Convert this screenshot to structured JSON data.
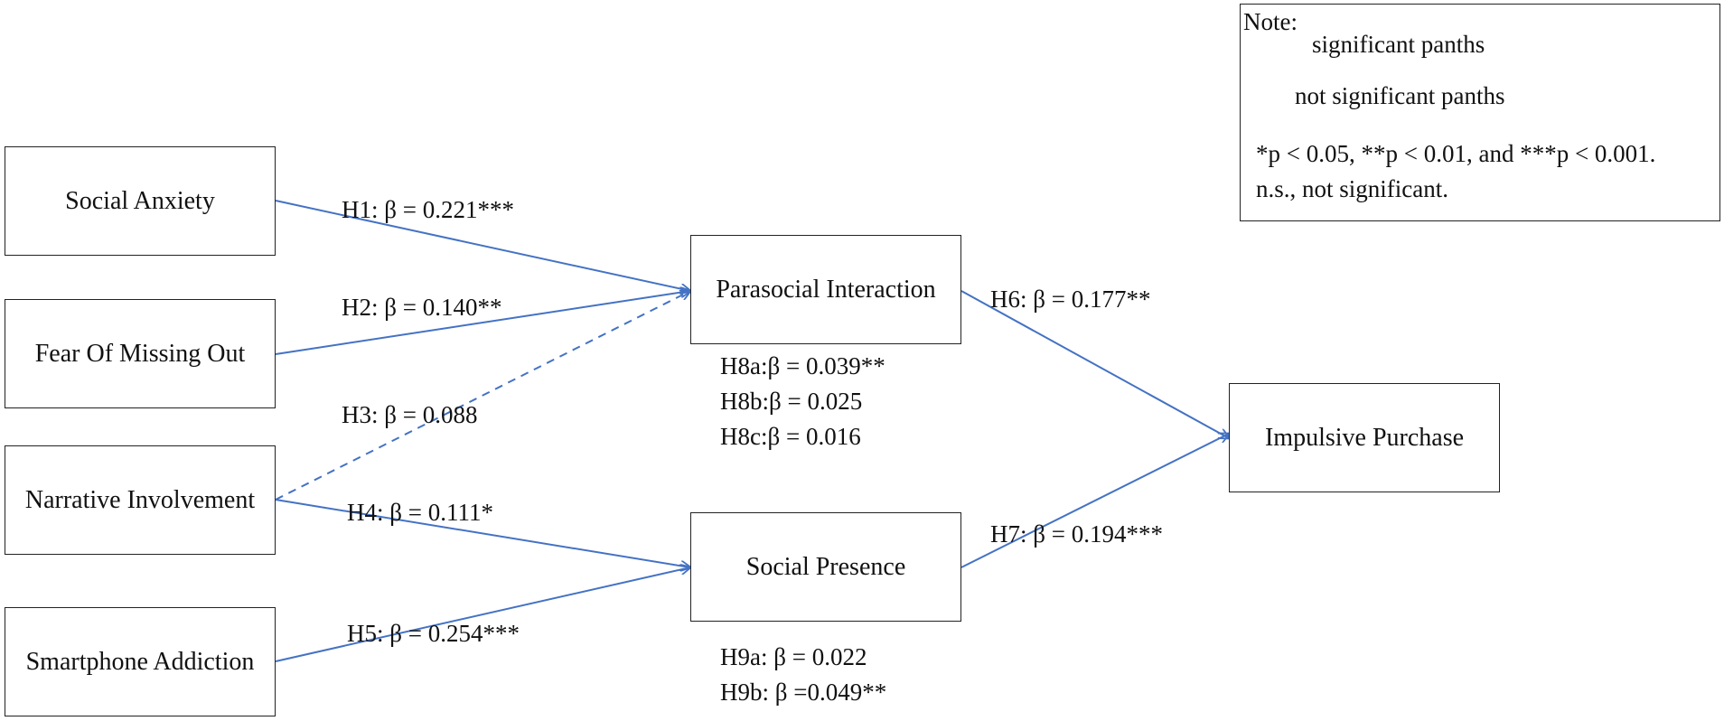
{
  "nodes": {
    "social_anxiety": "Social Anxiety",
    "fear_of_missing_out": "Fear Of Missing Out",
    "narrative_involvement": "Narrative Involvement",
    "smartphone_addiction": "Smartphone Addiction",
    "parasocial_interaction": "Parasocial Interaction",
    "social_presence": "Social Presence",
    "impulsive_purchase": "Impulsive Purchase"
  },
  "paths": {
    "h1": "H1: β = 0.221***",
    "h2": "H2: β = 0.140**",
    "h3": "H3: β = 0.088",
    "h4": "H4: β = 0.111*",
    "h5": "H5: β = 0.254***",
    "h6": "H6: β = 0.177**",
    "h7": "H7: β = 0.194***"
  },
  "mediation": {
    "h8a": "H8a:β = 0.039**",
    "h8b": "H8b:β = 0.025",
    "h8c": "H8c:β = 0.016",
    "h9a": "H9a: β = 0.022",
    "h9b": "H9b: β =0.049**"
  },
  "legend": {
    "title": "Note:",
    "significant": "significant panths",
    "not_significant": "not significant panths",
    "p_values": "*p < 0.05, **p < 0.01, and ***p < 0.001.",
    "ns": "n.s., not significant."
  },
  "colors": {
    "arrow": "#4472C4",
    "border": "#222222"
  }
}
